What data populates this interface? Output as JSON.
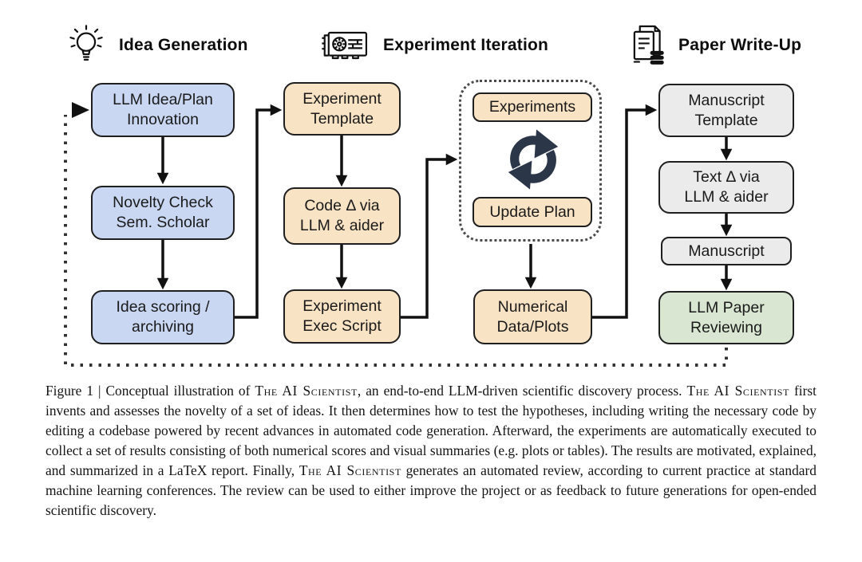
{
  "sections": [
    {
      "title": "Idea Generation",
      "icon": "lightbulb-icon"
    },
    {
      "title": "Experiment Iteration",
      "icon": "gpu-card-icon"
    },
    {
      "title": "Paper Write-Up",
      "icon": "paper-stack-icon"
    }
  ],
  "flow": {
    "idea_column": [
      "LLM Idea/Plan\nInnovation",
      "Novelty Check\nSem. Scholar",
      "Idea scoring /\narchiving"
    ],
    "experiment_column": [
      "Experiment\nTemplate",
      "Code Δ via\nLLM & aider",
      "Experiment\nExec Script"
    ],
    "iteration_loop": [
      "Experiments",
      "Update Plan"
    ],
    "numerical_box": "Numerical\nData/Plots",
    "writeup_column": [
      "Manuscript\nTemplate",
      "Text Δ via\nLLM & aider",
      "Manuscript",
      "LLM Paper\nReviewing"
    ]
  },
  "caption": {
    "segments": [
      {
        "text": "Figure 1 | Conceptual illustration of ",
        "smallcaps": false
      },
      {
        "text": "The AI Scientist",
        "smallcaps": true
      },
      {
        "text": ", an end-to-end LLM-driven scientific discovery process. ",
        "smallcaps": false
      },
      {
        "text": "The AI Scientist",
        "smallcaps": true
      },
      {
        "text": " first invents and assesses the novelty of a set of ideas. It then determines how to test the hypotheses, including writing the necessary code by editing a codebase powered by recent advances in automated code generation. Afterward, the experiments are automatically executed to collect a set of results consisting of both numerical scores and visual summaries (e.g. plots or tables). The results are motivated, explained, and summarized in a LaTeX report. Finally, ",
        "smallcaps": false
      },
      {
        "text": "The AI Scientist",
        "smallcaps": true
      },
      {
        "text": " generates an automated review, according to current practice at standard machine learning conferences. The review can be used to either improve the project or as feedback to future generations for open-ended scientific discovery.",
        "smallcaps": false
      }
    ]
  },
  "colors": {
    "idea_box": "#c9d7f2",
    "experiment_box": "#f8e3c4",
    "writeup_box": "#ebebeb",
    "review_box": "#d9e7d2",
    "cycle_icon": "#2b3648",
    "connector": "#111111"
  }
}
